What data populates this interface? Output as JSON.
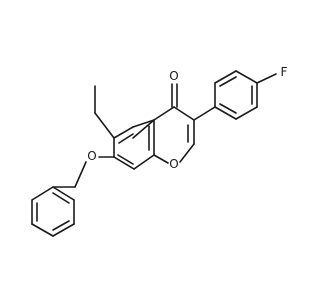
{
  "molecule": {
    "atoms": {
      "carbonyl_oxygen": "O",
      "fluorine": "F",
      "ether_oxygen": "O",
      "ring_oxygen": "O"
    },
    "colors": {
      "bond": "#1a1a1a",
      "background": "#ffffff"
    }
  }
}
